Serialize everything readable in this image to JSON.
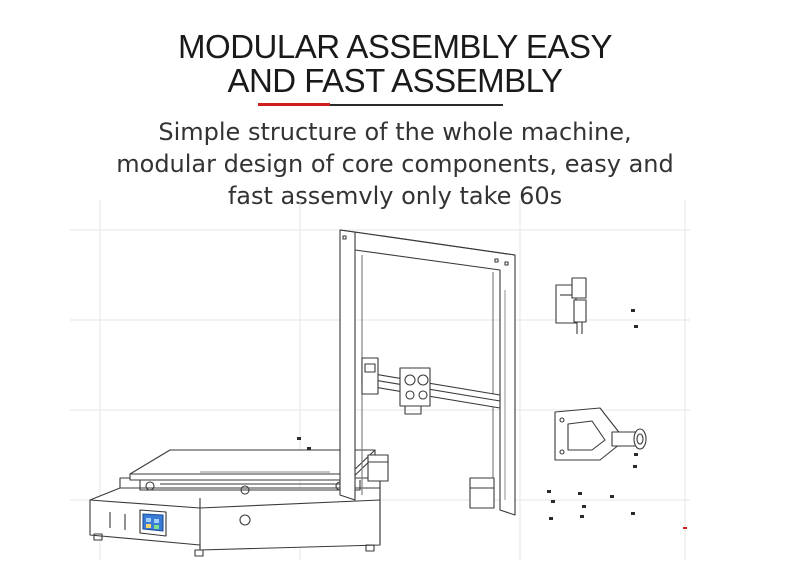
{
  "header": {
    "title_line1": "MODULAR ASSEMBLY EASY",
    "title_line2": "AND FAST ASSEMBLY",
    "accent_color": "#d0201c"
  },
  "description": {
    "line1": "Simple structure of the whole machine,",
    "line2": "modular design of core components, easy and",
    "line3": "fast assemvly only take 60s"
  },
  "illustration": {
    "subject": "exploded line drawing of 3D printer",
    "screen_color": "#3a7bd5"
  }
}
